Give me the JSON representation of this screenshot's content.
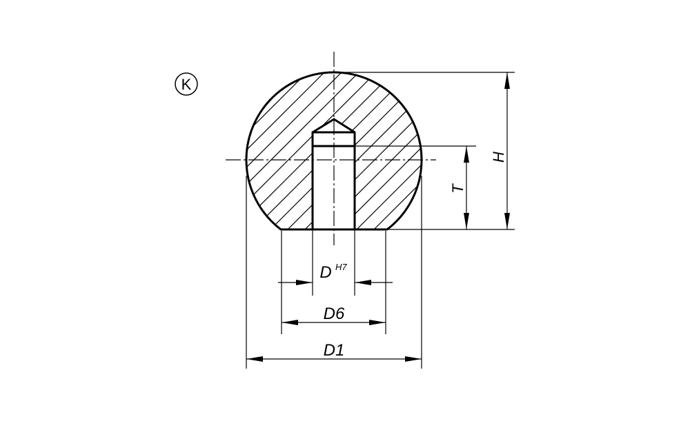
{
  "drawing": {
    "variant_mark": "K",
    "dimensions": {
      "height": "H",
      "thread_depth": "T",
      "bore": "D",
      "bore_tolerance": "H7",
      "base_diameter": "D6",
      "ball_diameter": "D1"
    },
    "colors": {
      "line": "#000000",
      "background": "#ffffff"
    }
  }
}
